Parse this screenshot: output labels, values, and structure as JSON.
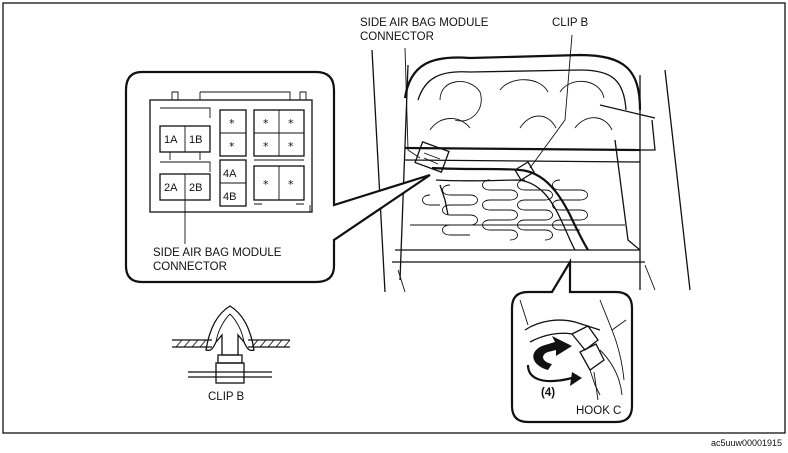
{
  "labels": {
    "side_airbag_top_line1": "SIDE AIR BAG MODULE",
    "side_airbag_top_line2": "CONNECTOR",
    "clip_b_top": "CLIP B",
    "side_airbag_inset_line1": "SIDE AIR BAG MODULE",
    "side_airbag_inset_line2": "CONNECTOR",
    "clip_b_bottom": "CLIP B",
    "step_number": "(4)",
    "hook_c": "HOOK C",
    "figure_code": "ac5uuw00001915"
  },
  "connector_pins": {
    "pin_1a": "1A",
    "pin_1b": "1B",
    "pin_2a": "2A",
    "pin_2b": "2B",
    "pin_4a": "4A",
    "pin_4b": "4B",
    "unused": "*"
  }
}
